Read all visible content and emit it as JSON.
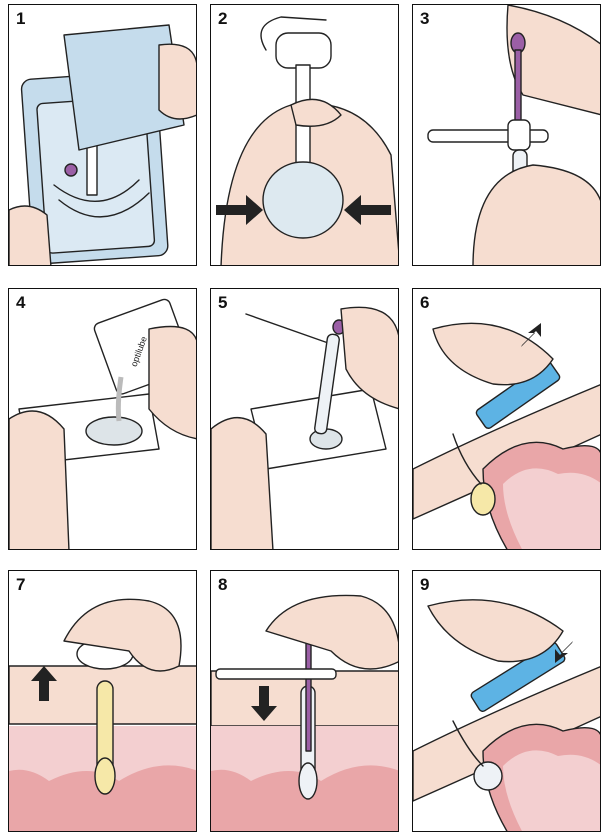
{
  "steps": [
    {
      "number": "1"
    },
    {
      "number": "2"
    },
    {
      "number": "3"
    },
    {
      "number": "4"
    },
    {
      "number": "5"
    },
    {
      "number": "6"
    },
    {
      "number": "7"
    },
    {
      "number": "8"
    },
    {
      "number": "9"
    }
  ],
  "lubricant_label": "optilube",
  "colors": {
    "skin": "#f6ddd0",
    "stomach": "#e9a6a8",
    "stomach_light": "#f3cfd0",
    "tray_blue": "#c5dcec",
    "syringe_blue": "#5db3e4",
    "stylet_purple": "#9b5fa6",
    "tube_yellow": "#f6e8a8",
    "outline": "#222222"
  }
}
